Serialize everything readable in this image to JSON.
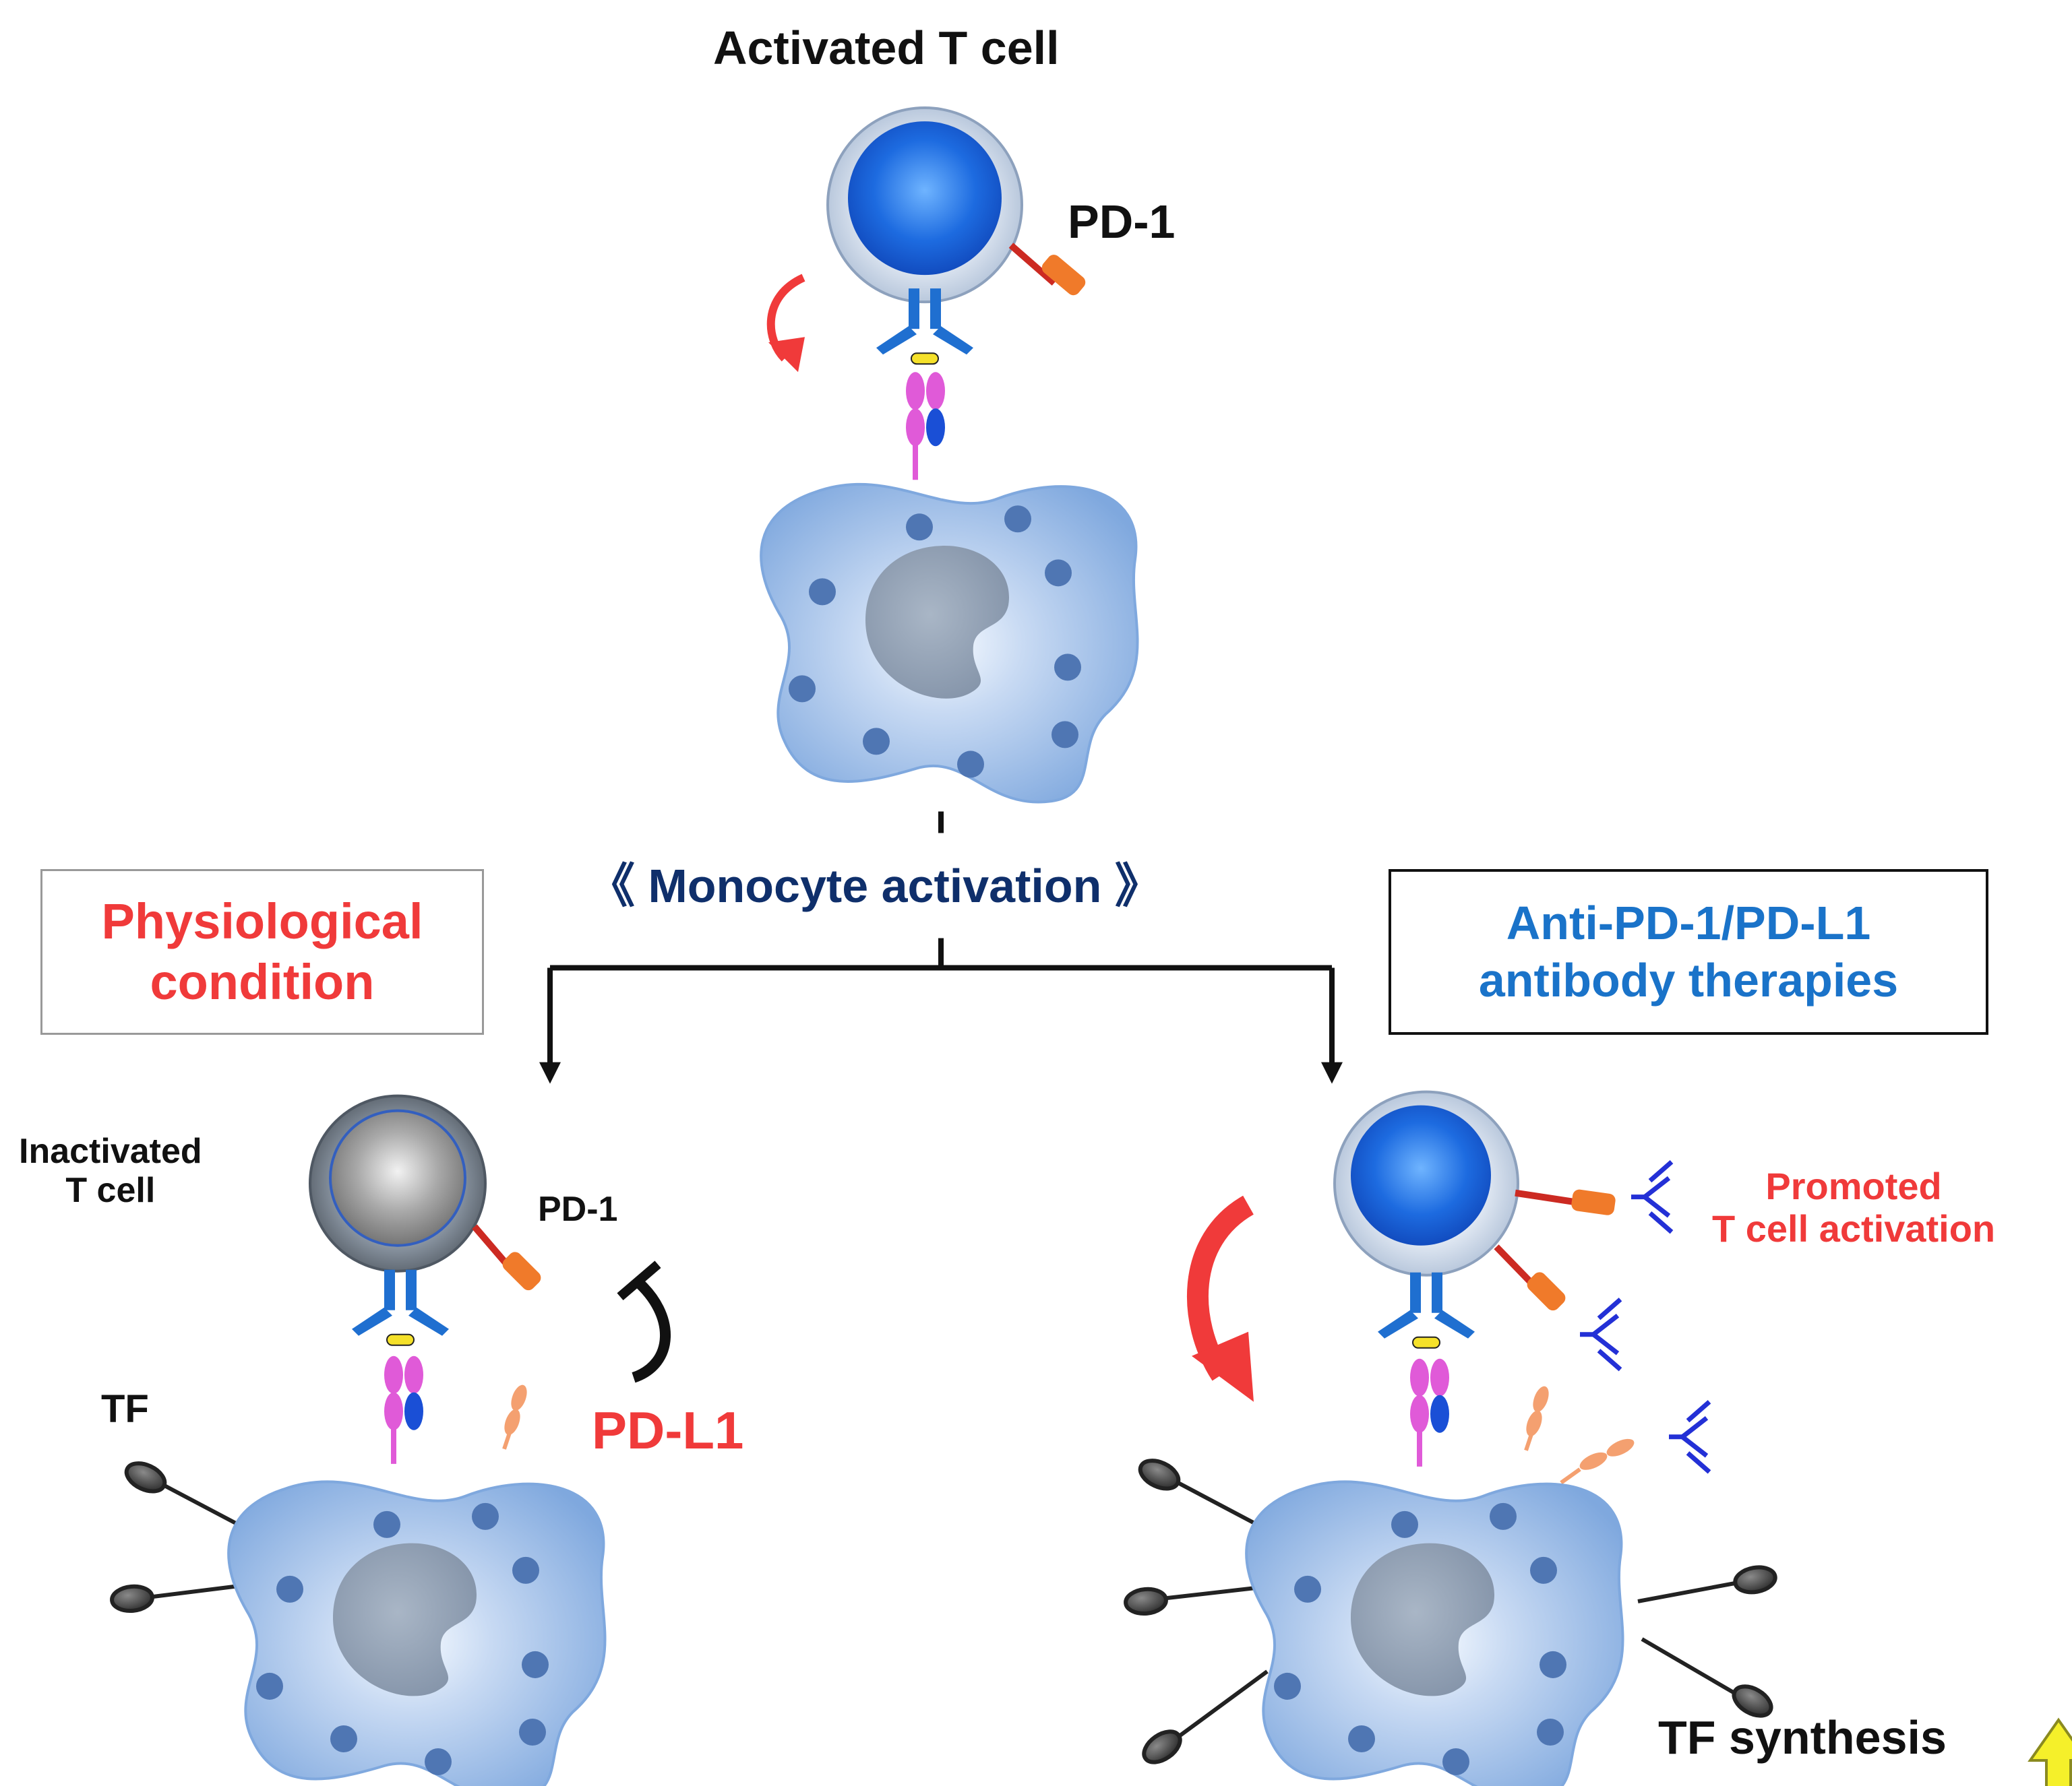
{
  "labels": {
    "activated_t_cell": "Activated T cell",
    "pd1_top": "PD-1",
    "monocyte_activation": "Monocyte activation",
    "bracket_open": "《",
    "bracket_close": "》",
    "physiological_line1": "Physiological",
    "physiological_line2": "condition",
    "antibody_line1": "Anti-PD-1/PD-L1",
    "antibody_line2": "antibody therapies",
    "inactivated_line1": "Inactivated",
    "inactivated_line2": "T cell",
    "pd1_left": "PD-1",
    "tf_left": "TF",
    "pdl1": "PD-L1",
    "promoted_line1": "Promoted",
    "promoted_line2": "T cell activation",
    "tf_synthesis": "TF synthesis"
  },
  "icons": {
    "up_arrow": "up-arrow-icon",
    "inhibition_arrow": "inhibition-arrow-icon",
    "interaction_arrow": "curved-arrow-icon",
    "antibody": "antibody-icon"
  },
  "colors": {
    "text_dark": "#111111",
    "accent_red": "#f03a3a",
    "accent_blue": "#1a73c9",
    "navy": "#0f2f6b",
    "cell_blue": "#7fa8de",
    "nucleus": "#8494a8",
    "granule": "#4f76b3",
    "tcell_nucleus": "#1d5fd6",
    "tcell_membrane": "#bccbe0",
    "inactive_nucleus": "#8c8c8c",
    "pd1_stem": "#cc2a22",
    "pd1_head": "#f07a2a",
    "pdl1": "#f4a070",
    "mhc_pink": "#e05ad8",
    "cd_blue": "#1a4fd6",
    "antibody": "#2330d6",
    "tf_molecule": "#3c3c3c",
    "box_border_gray": "#999999",
    "box_border_black": "#111111",
    "highlight_yellow": "#f5f02a"
  }
}
